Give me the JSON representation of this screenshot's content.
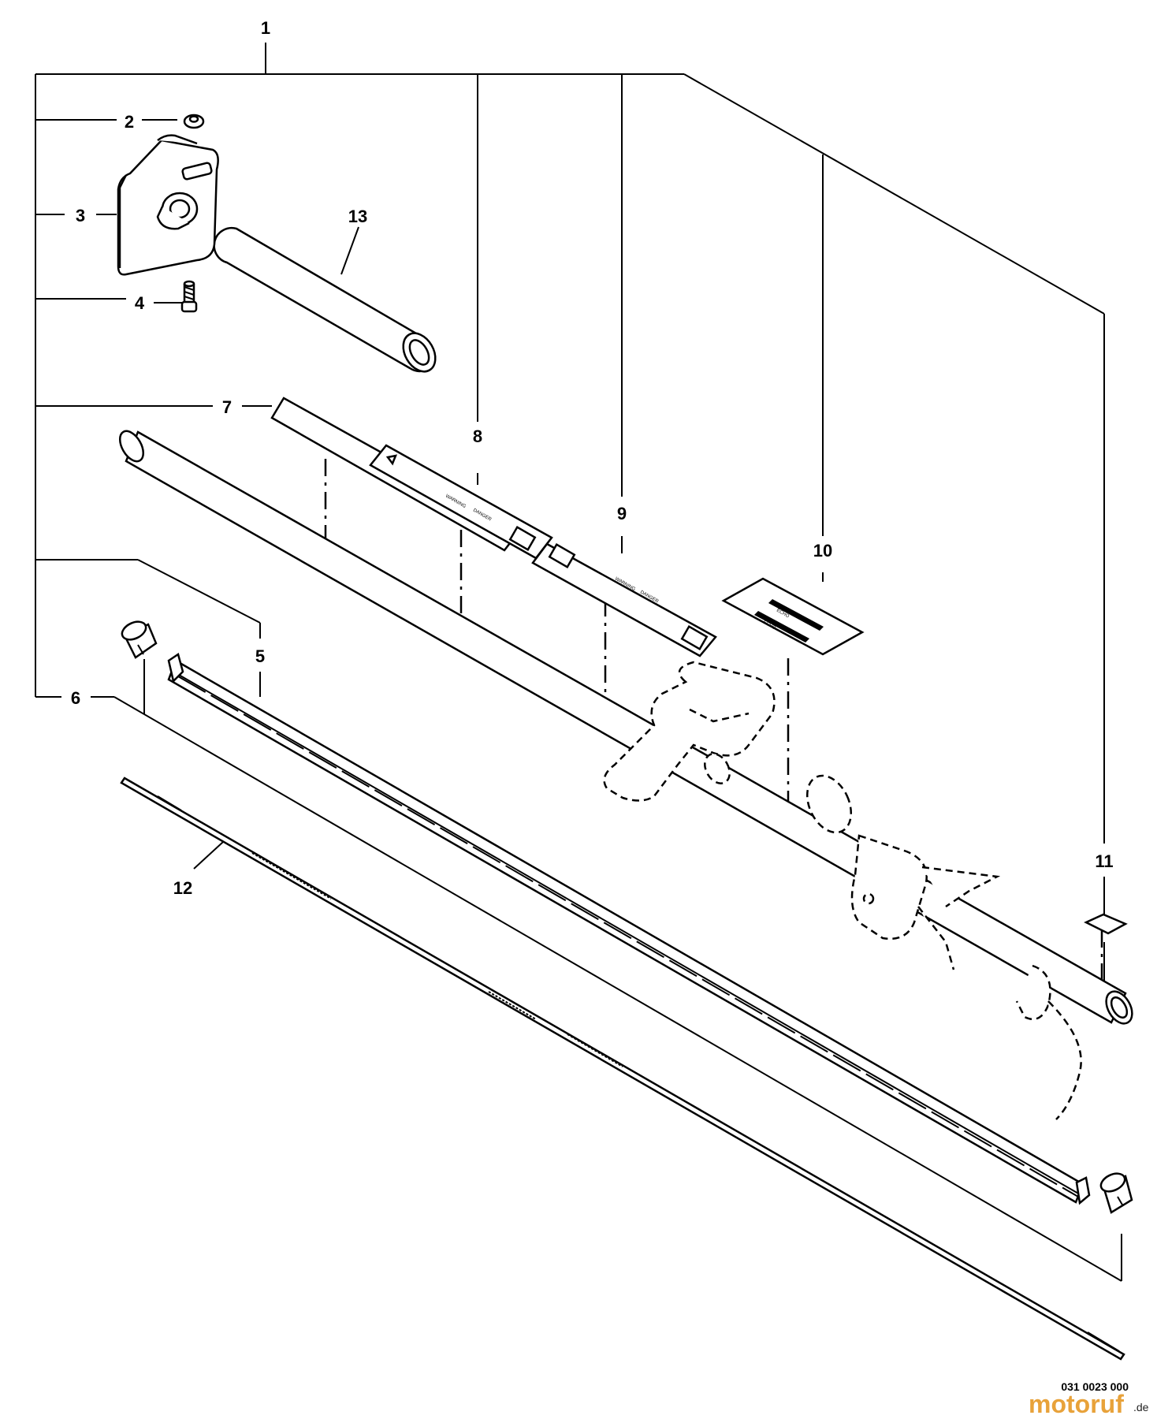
{
  "callouts": [
    {
      "id": "c1",
      "num": "1"
    },
    {
      "id": "c2",
      "num": "2"
    },
    {
      "id": "c3",
      "num": "3"
    },
    {
      "id": "c4",
      "num": "4"
    },
    {
      "id": "c5",
      "num": "5"
    },
    {
      "id": "c6",
      "num": "6"
    },
    {
      "id": "c7",
      "num": "7"
    },
    {
      "id": "c8",
      "num": "8"
    },
    {
      "id": "c9",
      "num": "9"
    },
    {
      "id": "c10",
      "num": "10"
    },
    {
      "id": "c11",
      "num": "11"
    },
    {
      "id": "c12",
      "num": "12"
    },
    {
      "id": "c13",
      "num": "13"
    }
  ],
  "decals": {
    "warning_text": "WARNING",
    "danger_text": "DANGER",
    "logo_text": "ECHO"
  },
  "footer": {
    "reference_number": "031 0023 000",
    "watermark_main": "motoruf",
    "watermark_suffix": ".de"
  }
}
